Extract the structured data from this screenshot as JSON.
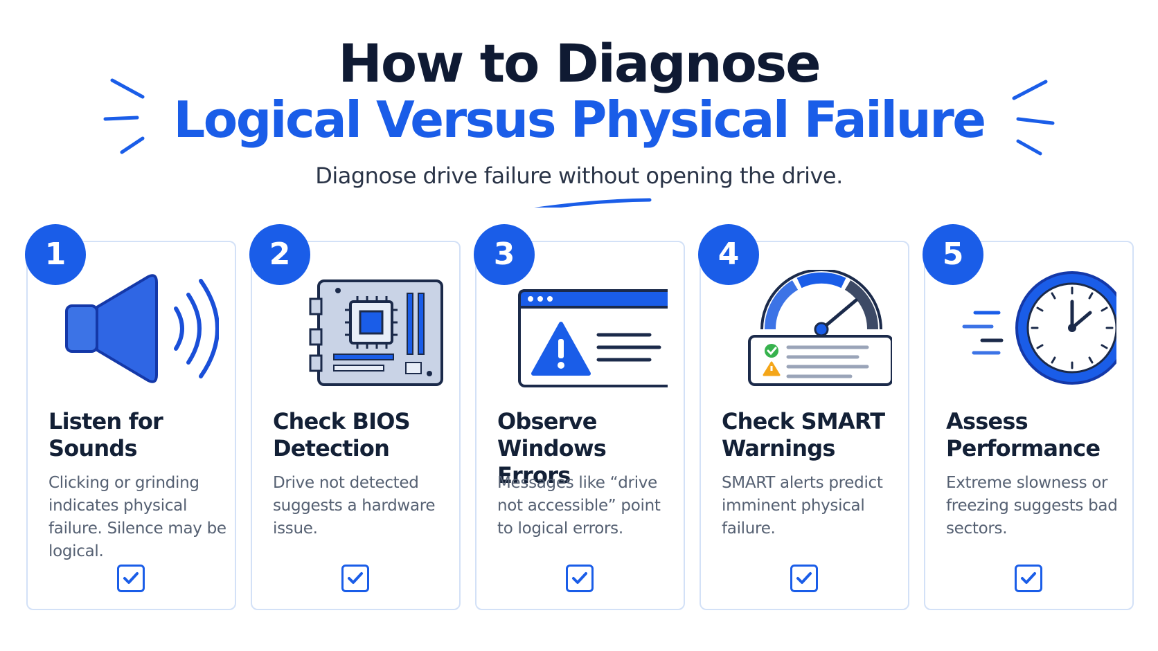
{
  "header": {
    "title_line1": "How to Diagnose",
    "title_line2": "Logical Versus Physical Failure",
    "subtitle": "Diagnose drive failure without opening the drive."
  },
  "colors": {
    "accent": "#1a5de8",
    "title_dark": "#0f1a33",
    "card_border": "#d3e1f7",
    "body_text": "#556072"
  },
  "steps": [
    {
      "number": "1",
      "icon": "speaker-sound-icon",
      "title": "Listen for Sounds",
      "description": "Clicking or grinding indicates physical failure. Silence may be logical.",
      "checked": true
    },
    {
      "number": "2",
      "icon": "motherboard-icon",
      "title": "Check BIOS Detection",
      "description": "Drive not detected suggests a hardware issue.",
      "checked": true
    },
    {
      "number": "3",
      "icon": "error-window-icon",
      "title": "Observe Windows Errors",
      "description": "Messages like “drive not accessible” point to logical errors.",
      "checked": true
    },
    {
      "number": "4",
      "icon": "gauge-status-icon",
      "title": "Check SMART Warnings",
      "description": "SMART alerts predict imminent physical failure.",
      "checked": true
    },
    {
      "number": "5",
      "icon": "clock-speed-icon",
      "title": "Assess Performance",
      "description": "Extreme slowness or freezing suggests bad sectors.",
      "checked": true
    }
  ]
}
